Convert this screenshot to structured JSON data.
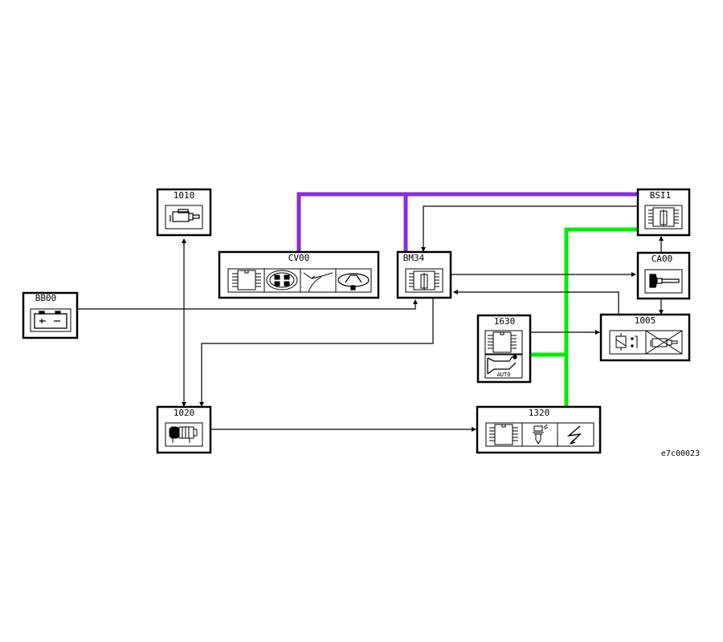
{
  "diagram": {
    "reference": "e7c00023",
    "colors": {
      "bus_purple": "#8a2be2",
      "bus_green": "#00ee00",
      "line": "#000000",
      "background": "#ffffff"
    },
    "components": [
      {
        "id": "1010",
        "label": "1010",
        "icons": [
          "starter-motor-icon"
        ]
      },
      {
        "id": "BB00",
        "label": "BB00",
        "icons": [
          "battery-icon"
        ]
      },
      {
        "id": "CV00",
        "label": "CV00",
        "icons": [
          "ecu-chip-icon",
          "switch-cluster-icon",
          "stalk-icon",
          "steering-wheel-icon"
        ]
      },
      {
        "id": "BM34",
        "label": "BM34",
        "icons": [
          "fuse-box-icon"
        ]
      },
      {
        "id": "BSI1",
        "label": "BSI1",
        "icons": [
          "fuse-box-icon"
        ]
      },
      {
        "id": "CA00",
        "label": "CA00",
        "icons": [
          "ignition-key-icon"
        ]
      },
      {
        "id": "1630",
        "label": "1630",
        "icons": [
          "ecu-chip-icon",
          "auto-gearbox-icon"
        ],
        "sublabel": "AUTO"
      },
      {
        "id": "1005",
        "label": "1005",
        "icons": [
          "relay-icon",
          "starter-crossed-icon"
        ]
      },
      {
        "id": "1020",
        "label": "1020",
        "icons": [
          "alternator-icon"
        ]
      },
      {
        "id": "1320",
        "label": "1320",
        "icons": [
          "ecu-chip-icon",
          "injector-icon",
          "ignition-spark-icon"
        ]
      }
    ],
    "buses": [
      {
        "name": "purple-can-bus",
        "connects": [
          "CV00",
          "BM34",
          "BSI1"
        ]
      },
      {
        "name": "green-can-bus",
        "connects": [
          "BSI1",
          "1630",
          "1320"
        ]
      }
    ],
    "wires": [
      {
        "from": "BB00",
        "to": "BM34"
      },
      {
        "from": "1010",
        "to": "1020",
        "bidirectional": true
      },
      {
        "from": "BM34",
        "to": "1020"
      },
      {
        "from": "BSI1",
        "to": "BM34"
      },
      {
        "from": "BM34",
        "to": "CA00"
      },
      {
        "from": "1005",
        "to": "BM34"
      },
      {
        "from": "CA00",
        "to": "BSI1"
      },
      {
        "from": "CA00",
        "to": "1005"
      },
      {
        "from": "1630",
        "to": "1005"
      },
      {
        "from": "1020",
        "to": "1320"
      }
    ]
  }
}
